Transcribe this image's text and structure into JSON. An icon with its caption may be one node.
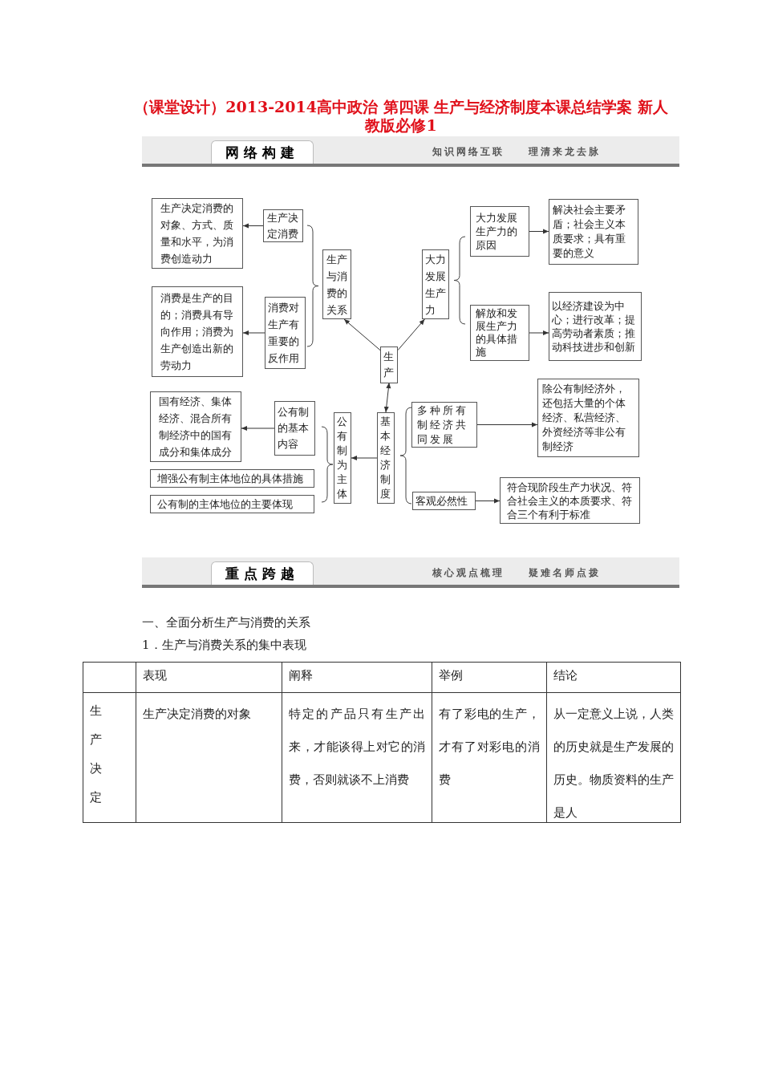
{
  "diagram": {
    "title": "（课堂设计）2013-2014高中政治 第四课 生产与经济制度本课总结学案 新人教版必修1",
    "nodes": [
      {
        "text": [
          "生产"
        ]
      },
      {
        "text": [
          "生产与消费的关系"
        ]
      },
      {
        "text": [
          "大力发展生产力"
        ]
      },
      {
        "text": [
          "生产决定消费"
        ]
      },
      {
        "text": [
          "消费对生产有重要的反作用"
        ]
      },
      {
        "text": [
          "生产决定消费的对象、方式、质量和水平，为消费创造动力"
        ]
      },
      {
        "text": [
          "消费是生产的目的；消费具有导向作用；消费为生产创造出新的劳动力"
        ]
      },
      {
        "text": [
          "大力发展生产力的原因"
        ]
      },
      {
        "text": [
          "解放和发展生产力的具体措施"
        ]
      },
      {
        "text": [
          "解决社会主要矛盾；社会主义本质要求；具有重要的意义"
        ]
      },
      {
        "text": [
          "以经济建设为中心；进行改革；提高劳动者素质；推动科技进步和创新"
        ]
      },
      {
        "text": [
          "基本经济制度"
        ]
      },
      {
        "text": [
          "公有制为主体"
        ]
      },
      {
        "text": [
          "多种所有制经济共同发展"
        ]
      },
      {
        "text": [
          "客观必然性"
        ]
      },
      {
        "text": [
          "除公有制经济外，还包括大量的个体经济、私营经济、外资经济等非公有制经济"
        ]
      },
      {
        "text": [
          "符合现阶段生产力状况、符合社会主义的本质要求、符合三个有利于标准"
        ]
      },
      {
        "text": [
          "公有制的基本内容"
        ]
      },
      {
        "text": [
          "国有经济、集体经济、混合所有制经济中的国有成分和集体成分"
        ]
      },
      {
        "text": [
          "增强公有制主体地位的具体措施"
        ]
      },
      {
        "text": [
          "公有制的主体地位的主要体现"
        ]
      }
    ],
    "edges": [
      {
        "from": 0,
        "to": 1,
        "arrow": "to"
      },
      {
        "from": 0,
        "to": 2,
        "arrow": "to"
      },
      {
        "from": 0,
        "to": 11,
        "arrow": "both"
      },
      {
        "from": 3,
        "to": 5,
        "arrow": "to"
      },
      {
        "from": 4,
        "to": 6,
        "arrow": "to"
      },
      {
        "from": 7,
        "to": 9,
        "arrow": "to"
      },
      {
        "from": 8,
        "to": 10,
        "arrow": "to"
      },
      {
        "from": 11,
        "to": 12,
        "arrow": "to"
      },
      {
        "from": 13,
        "to": 15,
        "arrow": "to"
      },
      {
        "from": 14,
        "to": 16,
        "arrow": "to"
      },
      {
        "from": 17,
        "to": 18,
        "arrow": "to"
      }
    ],
    "labels": [
      "网络构建",
      "知识网络互联",
      "理清来龙去脉",
      "重点跨越",
      "核心观点梳理",
      "疑难名师点拨",
      "一、全面分析生产与消费的关系",
      "1．生产与消费关系的集中表现",
      "表现",
      "阐释",
      "举例",
      "结论",
      "生产决定",
      "生产决定消费的对象",
      "特定的产品只有生产出来，才能谈得上对它的消费，否则就谈不上消费",
      "有了彩电的生产，才有了对彩电的消费",
      "从一定意义上说，人类的历史就是生产发展的历史。物质资料的生产是人"
    ]
  }
}
